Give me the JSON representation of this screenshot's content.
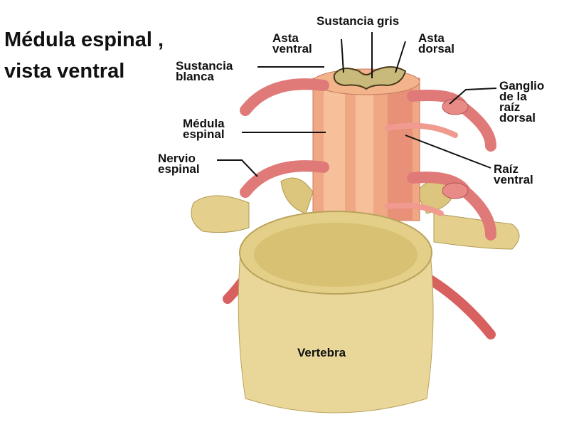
{
  "title": {
    "line1": "Médula espinal ,",
    "line2": "vista ventral"
  },
  "labels": {
    "gray_matter": "Sustancia gris",
    "ventral_horn": "Asta\nventral",
    "dorsal_horn": "Asta\ndorsal",
    "white_matter": "Sustancia\nblanca",
    "dorsal_root_ganglion": "Ganglio\nde la\nraíz\ndorsal",
    "spinal_cord": "Médula\nespinal",
    "ventral_root": "Raíz\nventral",
    "spinal_nerve": "Nervio\nespinal",
    "vertebra": "Vertebra"
  },
  "colors": {
    "bone": "#e9d79a",
    "bone_dark": "#b9a25a",
    "nerve": "#e07a78",
    "cord": "#f0a784",
    "gray_matter": "#c9b97a"
  }
}
